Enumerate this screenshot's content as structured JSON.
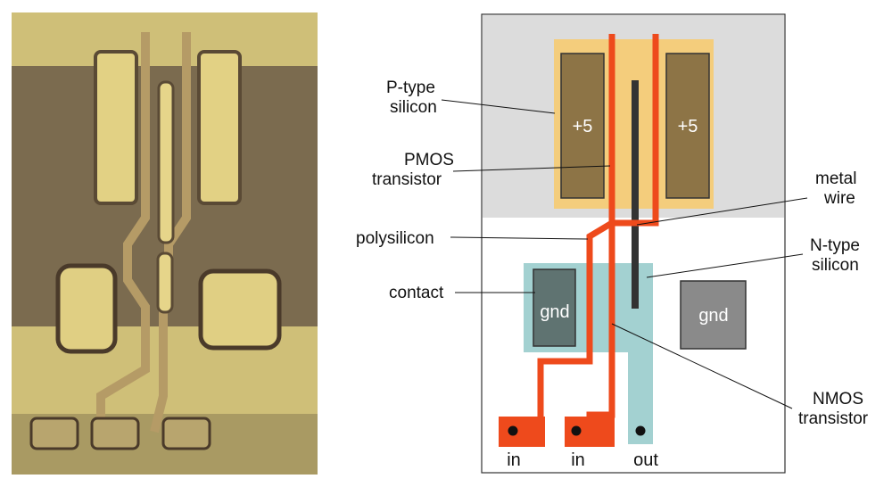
{
  "colors": {
    "photo_bg": "#7a6a4e",
    "photo_gold": "#d8c57a",
    "p_region": "#d9d9d9",
    "p_diffusion": "#f3cc7a",
    "n_diffusion": "#9fcfcf",
    "contact_fill": "#8c7345",
    "gnd_contact": "#5e7270",
    "gnd_gray": "#8a8a8a",
    "polysilicon": "#ef4a1c",
    "metal": "#333333"
  },
  "diagram": {
    "labels": {
      "p_type_l1": "P-type",
      "p_type_l2": "silicon",
      "pmos_l1": "PMOS",
      "pmos_l2": "transistor",
      "polysilicon": "polysilicon",
      "contact": "contact",
      "metal_l1": "metal",
      "metal_l2": "wire",
      "n_type_l1": "N-type",
      "n_type_l2": "silicon",
      "nmos_l1": "NMOS",
      "nmos_l2": "transistor"
    },
    "pads": {
      "vdd_left": "+5",
      "vdd_right": "+5",
      "gnd_left": "gnd",
      "gnd_right": "gnd"
    },
    "pins": {
      "in1": "in",
      "in2": "in",
      "out": "out"
    }
  }
}
